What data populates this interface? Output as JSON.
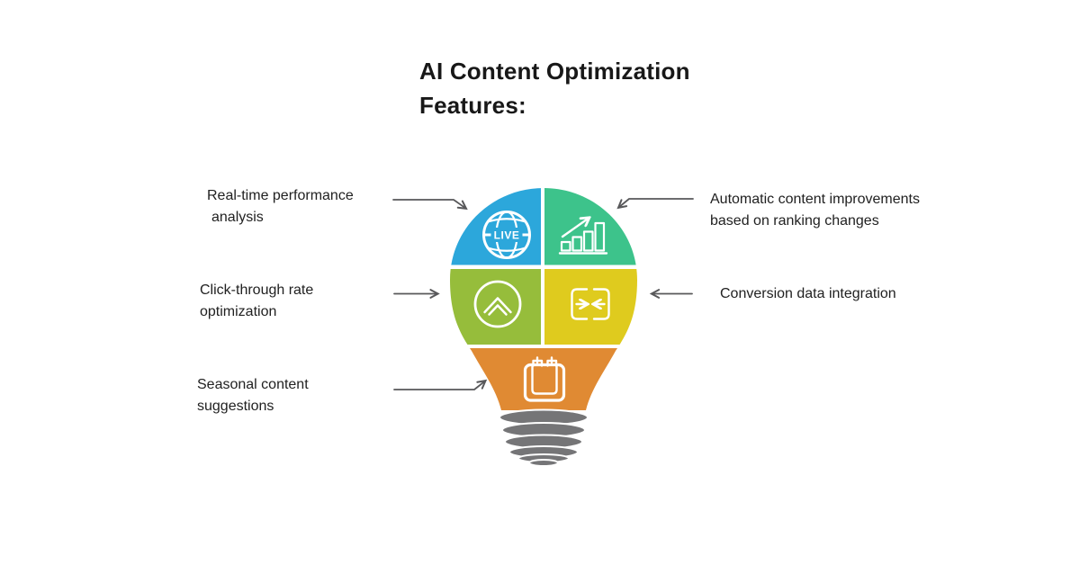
{
  "title": {
    "line1": "AI Content Optimization",
    "line2": "Features:"
  },
  "labels": {
    "real_time": {
      "line1": "Real-time performance",
      "line2": "analysis"
    },
    "ctr": {
      "line1": "Click-through rate",
      "line2": "optimization"
    },
    "seasonal": {
      "line1": "Seasonal content",
      "line2": "suggestions"
    },
    "automatic": {
      "line1": "Automatic content improvements",
      "line2": "based on ranking changes"
    },
    "conversion": {
      "line1": "Conversion data integration"
    }
  },
  "bulb": {
    "quadrants": [
      {
        "id": "real-time-analysis",
        "icon": "live-globe-icon",
        "icon_text": "LIVE",
        "color": "#2CA7DB"
      },
      {
        "id": "ranking-improvements",
        "icon": "bar-chart-growth-icon",
        "color": "#3DC38B"
      },
      {
        "id": "ctr-optimization",
        "icon": "circle-chevron-up-icon",
        "color": "#96BD3B"
      },
      {
        "id": "conversion-integration",
        "icon": "merge-arrows-icon",
        "color": "#DFCB1E"
      }
    ],
    "neck": {
      "icon": "calendar-icon",
      "color": "#E08A33"
    },
    "base_color": "#757577"
  },
  "colors": {
    "arrow": "#58585A",
    "title_text": "#181818",
    "label_text": "#212121",
    "background": "#FFFFFF",
    "icon_stroke": "#FFFFFF"
  }
}
